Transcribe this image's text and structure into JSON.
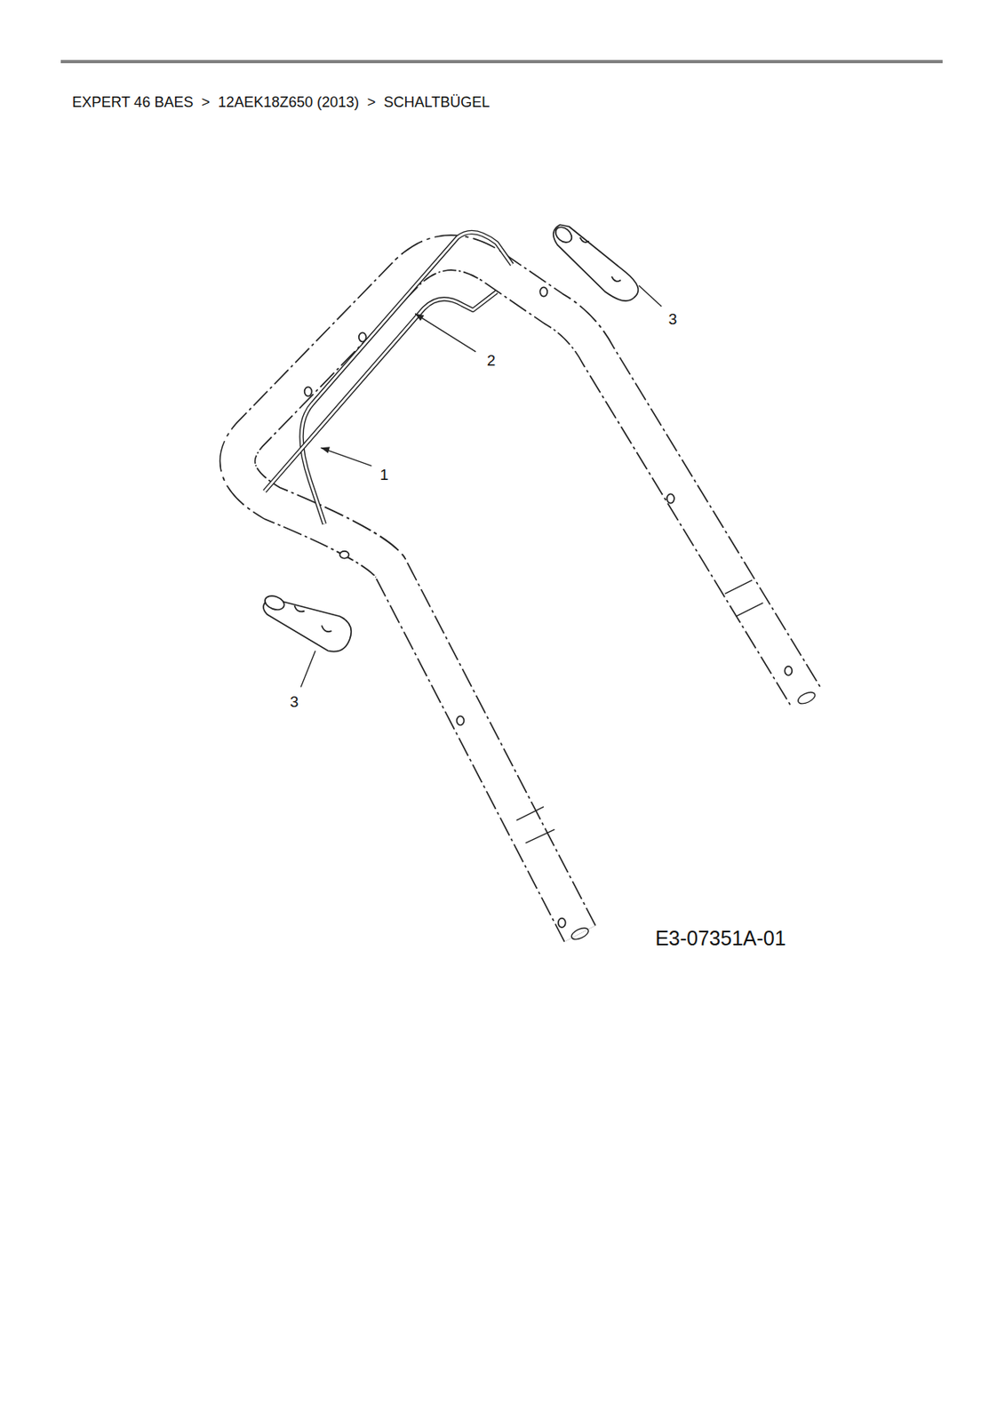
{
  "diagram": {
    "title": "EXPERT 46 BAES  >  12AEK18Z650 (2013)  >  SCHALTBÜGEL",
    "labels": [
      "3",
      "2",
      "1",
      "3",
      "E3-07351A-01"
    ]
  }
}
